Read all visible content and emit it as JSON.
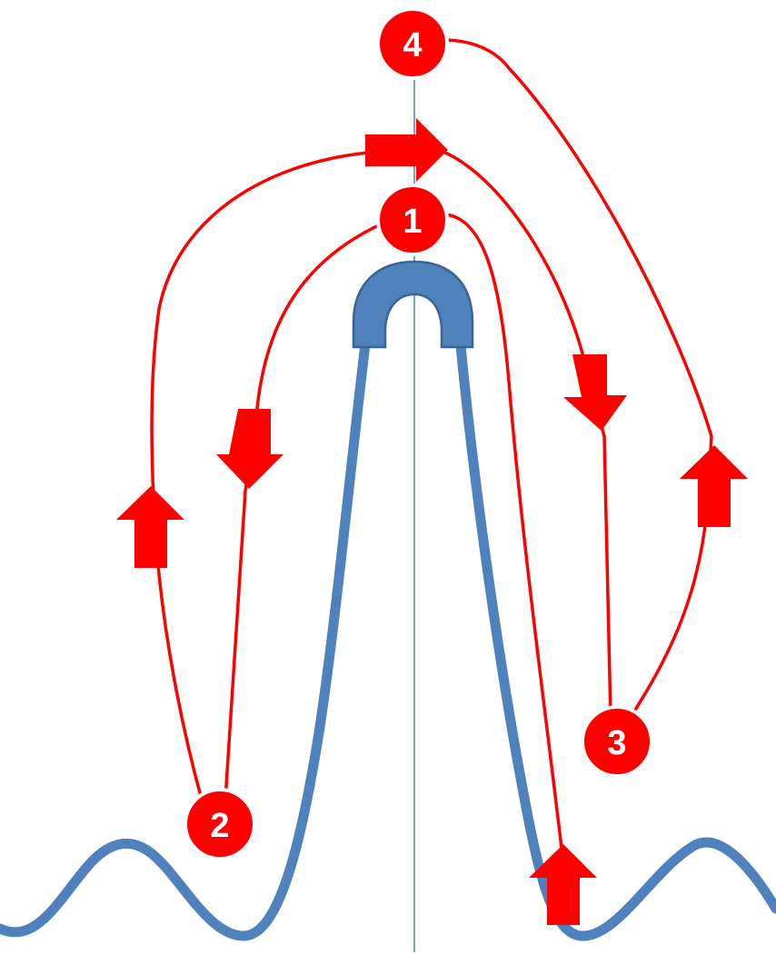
{
  "colors": {
    "wave": "#4f81bd",
    "wave_dark": "#3a6494",
    "axis": "#4f81bd",
    "path": "#ff0000",
    "badge": "#ff0000",
    "badge_border": "#ffffff",
    "badge_text": "#ffffff",
    "background": "#ffffff"
  },
  "markers": [
    {
      "id": "m1",
      "label": "1"
    },
    {
      "id": "m2",
      "label": "2"
    },
    {
      "id": "m3",
      "label": "3"
    },
    {
      "id": "m4",
      "label": "4"
    }
  ]
}
